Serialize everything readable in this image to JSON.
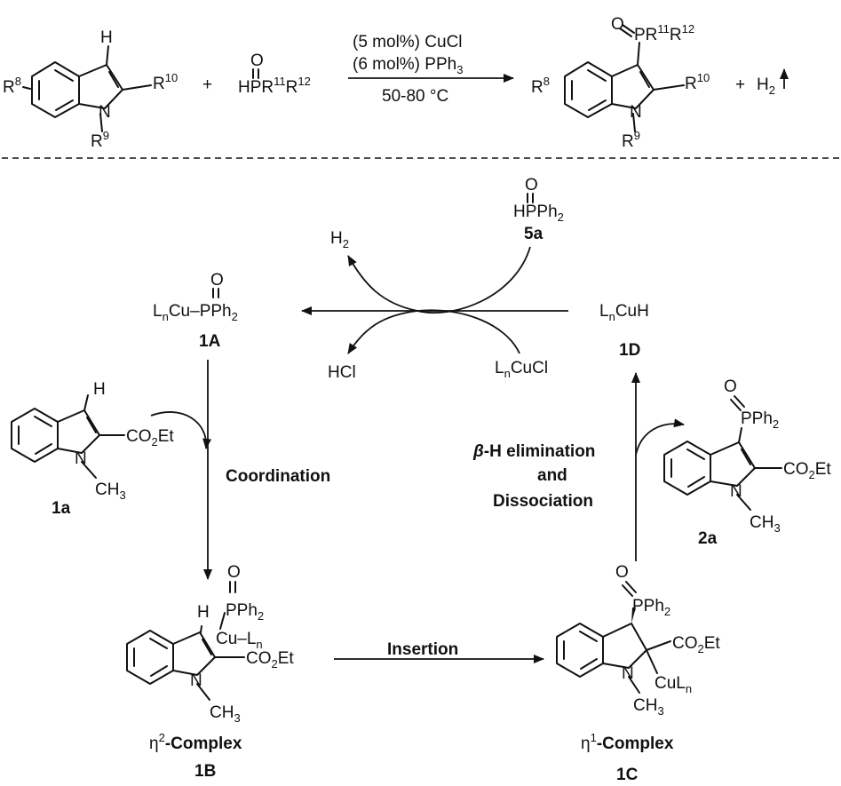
{
  "top_reaction": {
    "reactant_indole": {
      "sub_r8": "R",
      "sub_r8_sup": "8",
      "atom_h": "H",
      "atom_n": "N",
      "sub_r9": "R",
      "sub_r9_sup": "9",
      "sub_r10": "R",
      "sub_r10_sup": "10"
    },
    "plus1": "+",
    "phosphine_oxide": {
      "o": "O",
      "prefix": "HPR",
      "sup11": "11",
      "mid": "R",
      "sup12": "12"
    },
    "conditions": [
      "(5 mol%) CuCl",
      "(6 mol%) PPh",
      "50-80 °C"
    ],
    "conditions_sub3": "3",
    "product": {
      "o": "O",
      "pr": "PR",
      "sup11": "11",
      "r": "R",
      "sup12": "12",
      "r8": "R",
      "sup8": "8",
      "r10": "R",
      "sup10": "10",
      "n": "N",
      "r9": "R",
      "sup9": "9"
    },
    "plus2": "+",
    "h2": "H",
    "h2_sub": "2"
  },
  "cycle": {
    "reagent_5a": {
      "o": "O",
      "formula": "HPPh",
      "sub": "2",
      "label": "5a"
    },
    "h2": {
      "text": "H",
      "sub": "2"
    },
    "hcl": "HCl",
    "lncucl": {
      "l": "L",
      "n": "n",
      "rest": "CuCl"
    },
    "lncuh": {
      "l": "L",
      "n": "n",
      "rest": "CuH"
    },
    "label_1D": "1D",
    "species_1A": {
      "l": "L",
      "n": "n",
      "cu": "Cu",
      "o": "O",
      "pph": "PPh",
      "sub": "2",
      "label": "1A"
    },
    "substrate_1a": {
      "h": "H",
      "co2et": "CO",
      "sub2": "2",
      "et": "Et",
      "n": "N",
      "ch3": "CH",
      "sub3": "3",
      "label": "1a"
    },
    "step_coordination": "Coordination",
    "step_insertion": "Insertion",
    "step_beta": {
      "beta": "β",
      "line1": "-H elimination",
      "line2": "and",
      "line3": "Dissociation"
    },
    "complex_1B": {
      "eta": "η",
      "sup": "2",
      "name": "-Complex",
      "label": "1B",
      "h": "H",
      "o": "O",
      "pph": "PPh",
      "sub": "2",
      "cu": "Cu–L",
      "cu_sub": "n",
      "co2et": "CO",
      "sub2": "2",
      "et": "Et",
      "n": "N",
      "ch3": "CH",
      "sub3": "3"
    },
    "complex_1C": {
      "eta": "η",
      "sup": "1",
      "name": "-Complex",
      "label": "1C",
      "o": "O",
      "pph": "PPh",
      "sub": "2",
      "co2et": "CO",
      "sub2": "2",
      "et": "Et",
      "n": "N",
      "cul": "CuL",
      "cul_sub": "n",
      "ch3": "CH",
      "sub3": "3"
    },
    "product_2a": {
      "o": "O",
      "pph": "PPh",
      "sub": "2",
      "co2et": "CO",
      "sub2": "2",
      "et": "Et",
      "n": "N",
      "ch3": "CH",
      "sub3": "3",
      "label": "2a"
    }
  }
}
